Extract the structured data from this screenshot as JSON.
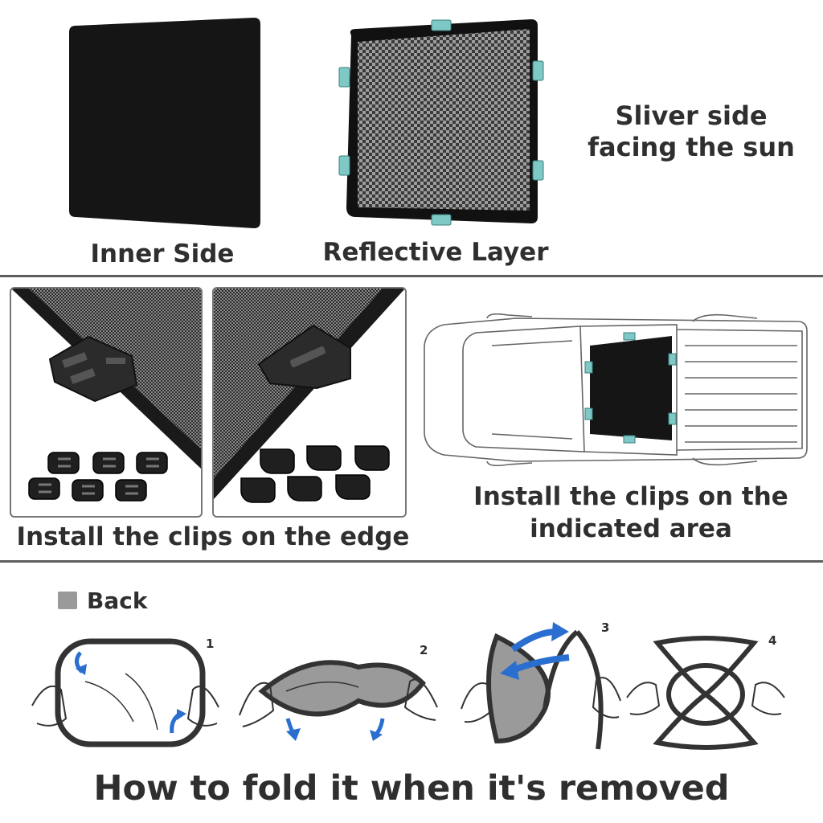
{
  "top": {
    "inner_side_label": "Inner Side",
    "reflective_label": "Reflective Layer",
    "sun_note_line1": "Sliver side",
    "sun_note_line2": "facing the sun"
  },
  "middle": {
    "edge_caption": "Install the clips on the edge",
    "area_caption_line1": "Install the clips on the",
    "area_caption_line2": "indicated area"
  },
  "bottom": {
    "legend_label": "Back",
    "steps": [
      "1",
      "2",
      "3",
      "4"
    ],
    "title": "How to fold it when it's removed"
  },
  "colors": {
    "clip_teal": "#7ec8c6",
    "panel_black": "#151515",
    "arrow_blue": "#2a6fd0",
    "back_gray": "#9a9a9a",
    "divider": "#5e5e5e"
  }
}
